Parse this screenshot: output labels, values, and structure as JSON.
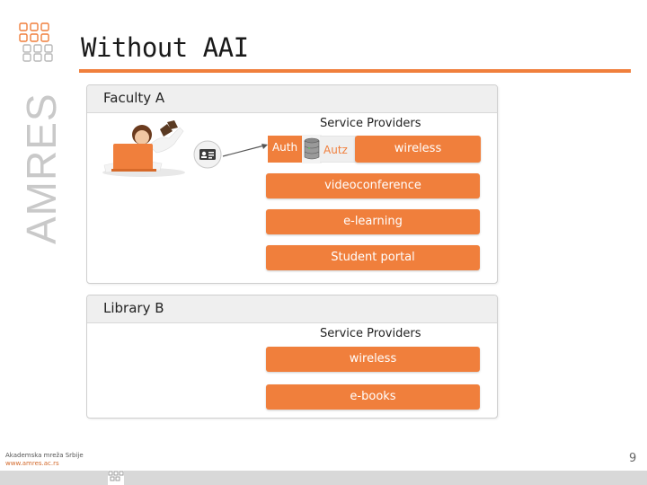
{
  "brand": {
    "name": "AMRES",
    "accent": "#f07f3c"
  },
  "title": "Without AAI",
  "panels": {
    "faculty": {
      "title": "Faculty  A",
      "sp_label": "Service Providers"
    },
    "library": {
      "title": "Library B",
      "sp_label": "Service Providers"
    }
  },
  "auth": {
    "auth_label": "Auth",
    "autz_label": "Autz"
  },
  "services_a": [
    {
      "label": "wireless"
    },
    {
      "label": "videoconference"
    },
    {
      "label": "e-learning"
    },
    {
      "label": "Student portal"
    }
  ],
  "services_b": [
    {
      "label": "wireless"
    },
    {
      "label": "e-books"
    }
  ],
  "icons": {
    "logo": "amres-logo-icon",
    "user": "student-with-laptop-icon",
    "credential": "id-card-icon",
    "database": "database-icon"
  },
  "footer": {
    "org": "Akademska mreža Srbije",
    "url": "www.amres.ac.rs",
    "page": "9"
  }
}
